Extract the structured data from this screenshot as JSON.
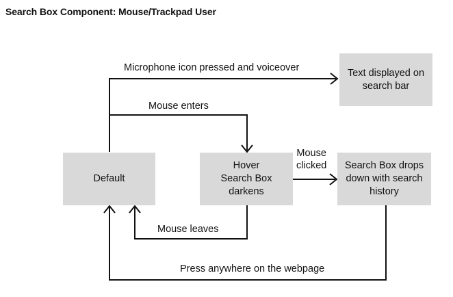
{
  "title": "Search Box Component: Mouse/Trackpad User",
  "nodes": {
    "default": "Default",
    "hover": "Hover\nSearch Box\ndarkens",
    "dropdown": "Search Box drops\ndown with search\nhistory",
    "text_displayed": "Text displayed on\nsearch bar"
  },
  "edges": {
    "microphone": "Microphone icon pressed and voiceover",
    "mouse_enters": "Mouse enters",
    "mouse_clicked": "Mouse\nclicked",
    "mouse_leaves": "Mouse leaves",
    "press_anywhere": "Press anywhere on the webpage"
  }
}
